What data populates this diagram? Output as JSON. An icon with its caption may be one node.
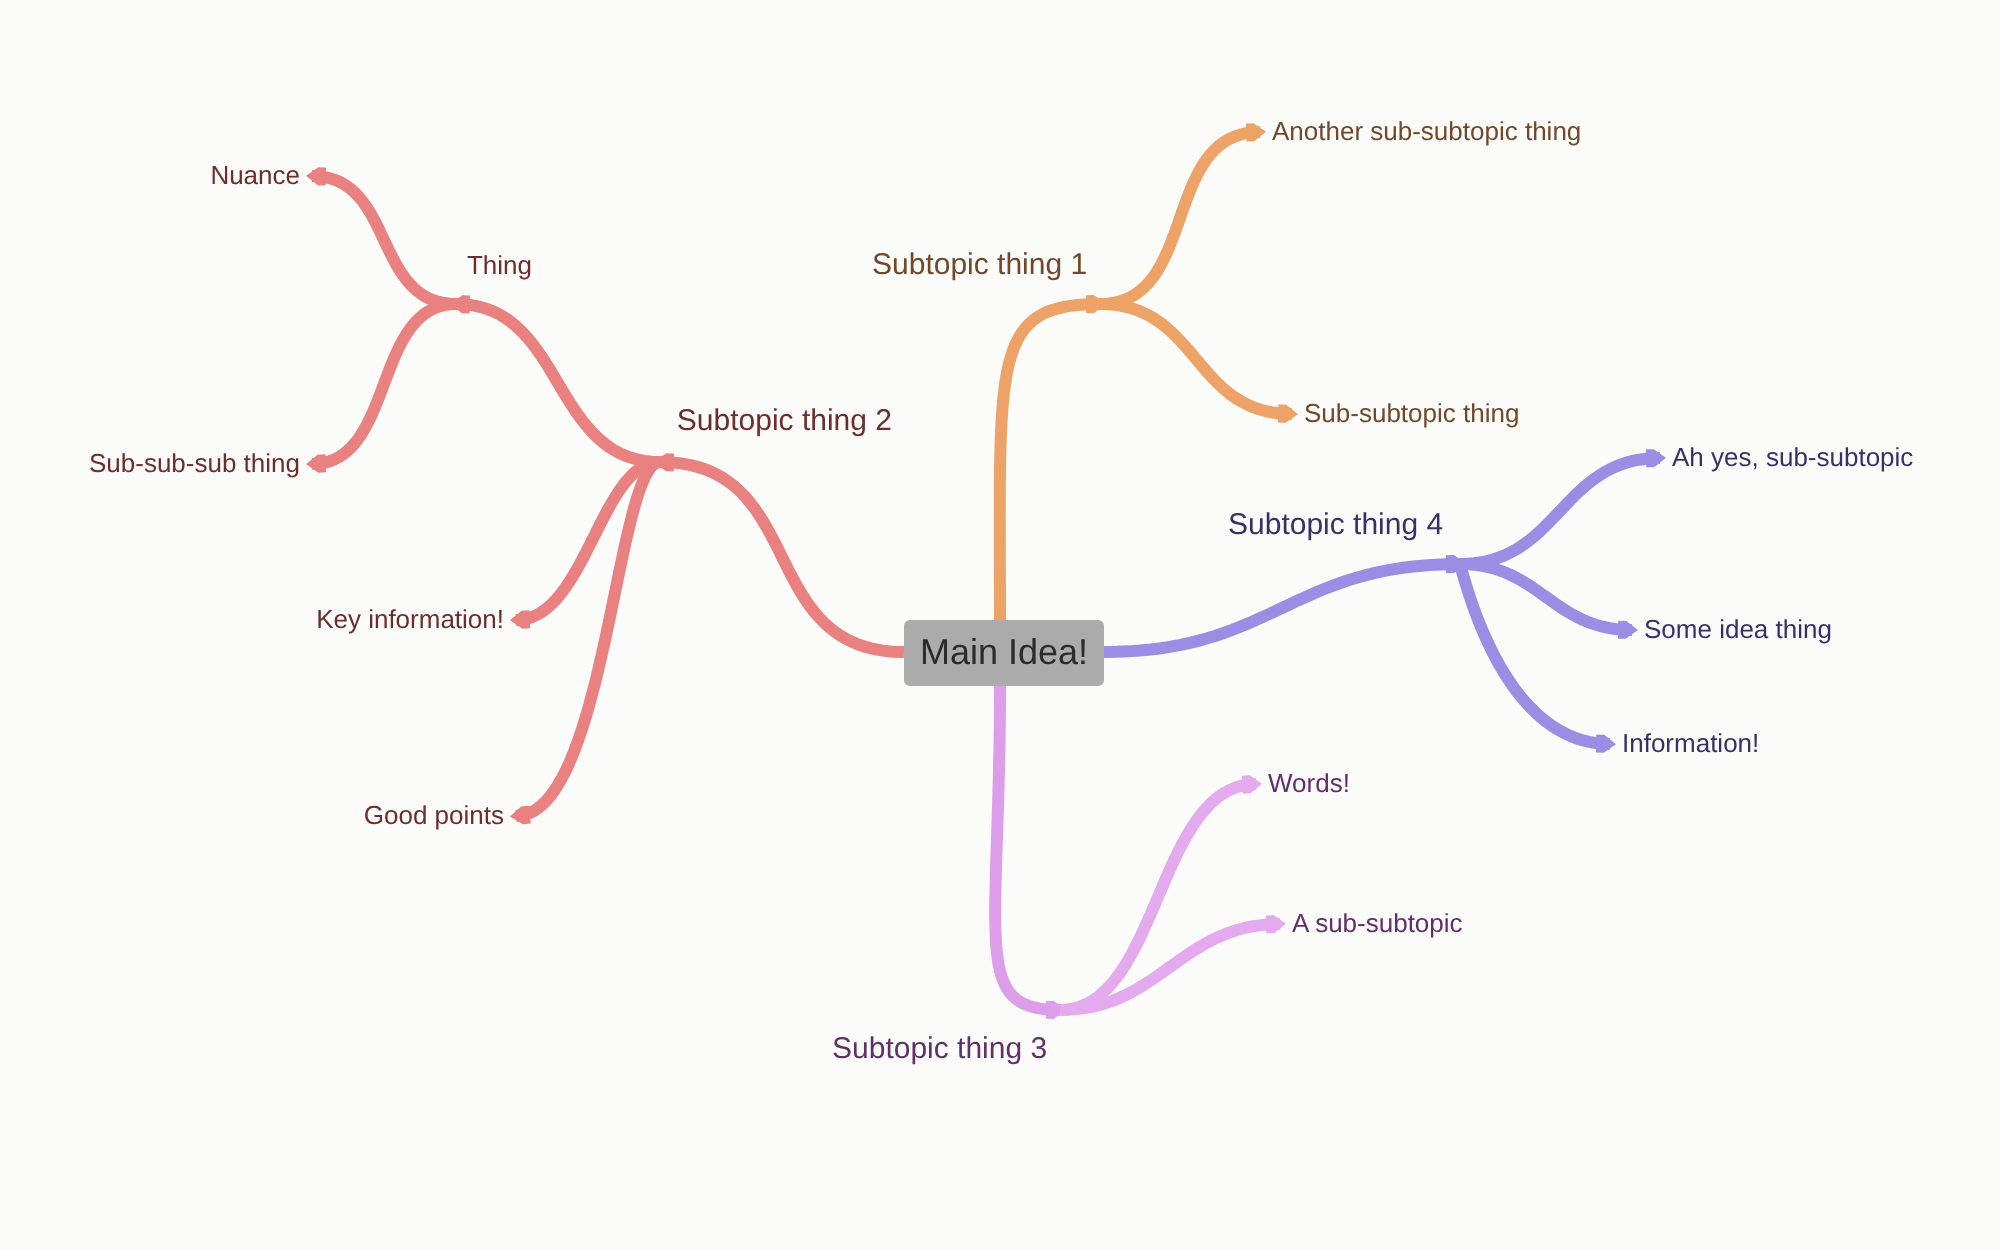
{
  "diagram": {
    "nodes": [
      {
        "text": [
          "Main Idea!"
        ]
      },
      {
        "text": [
          "Subtopic thing 1"
        ]
      },
      {
        "text": [
          "Another sub-subtopic thing"
        ]
      },
      {
        "text": [
          "Sub-subtopic thing"
        ]
      },
      {
        "text": [
          "Subtopic thing 2"
        ]
      },
      {
        "text": [
          "Thing"
        ]
      },
      {
        "text": [
          "Nuance"
        ]
      },
      {
        "text": [
          "Sub-sub-sub thing"
        ]
      },
      {
        "text": [
          "Key information!"
        ]
      },
      {
        "text": [
          "Good points"
        ]
      },
      {
        "text": [
          "Subtopic thing 4"
        ]
      },
      {
        "text": [
          "Ah yes, sub-subtopic"
        ]
      },
      {
        "text": [
          "Some idea thing"
        ]
      },
      {
        "text": [
          "Information!"
        ]
      },
      {
        "text": [
          "Subtopic thing 3"
        ]
      },
      {
        "text": [
          "Words!"
        ]
      },
      {
        "text": [
          "A sub-subtopic"
        ]
      }
    ],
    "edges": [
      {
        "from": 0,
        "to": 1,
        "arrow": "to",
        "color": "#eda268"
      },
      {
        "from": 1,
        "to": 2,
        "arrow": "to",
        "color": "#eda268"
      },
      {
        "from": 1,
        "to": 3,
        "arrow": "to",
        "color": "#eda268"
      },
      {
        "from": 0,
        "to": 4,
        "arrow": "to"
      },
      {
        "from": 4,
        "to": 5,
        "arrow": "to"
      },
      {
        "from": 5,
        "to": 6,
        "arrow": "to"
      },
      {
        "from": 5,
        "to": 7,
        "arrow": "to"
      },
      {
        "from": 4,
        "to": 8,
        "arrow": "to"
      },
      {
        "from": 4,
        "to": 9,
        "arrow": "to"
      },
      {
        "from": 0,
        "to": 10,
        "arrow": "to",
        "color": "#9c8de4"
      },
      {
        "from": 10,
        "to": 11,
        "arrow": "to",
        "color": "#9c8de4"
      },
      {
        "from": 10,
        "to": 12,
        "arrow": "to",
        "color": "#9c8de4"
      },
      {
        "from": 10,
        "to": 13,
        "arrow": "to",
        "color": "#9c8de4"
      },
      {
        "from": 0,
        "to": 14,
        "arrow": "to",
        "color": "#dd9ee9"
      },
      {
        "from": 14,
        "to": 15,
        "arrow": "to",
        "color": "#e3aaee"
      },
      {
        "from": 14,
        "to": 16,
        "arrow": "to",
        "color": "#e3aaee"
      }
    ]
  }
}
